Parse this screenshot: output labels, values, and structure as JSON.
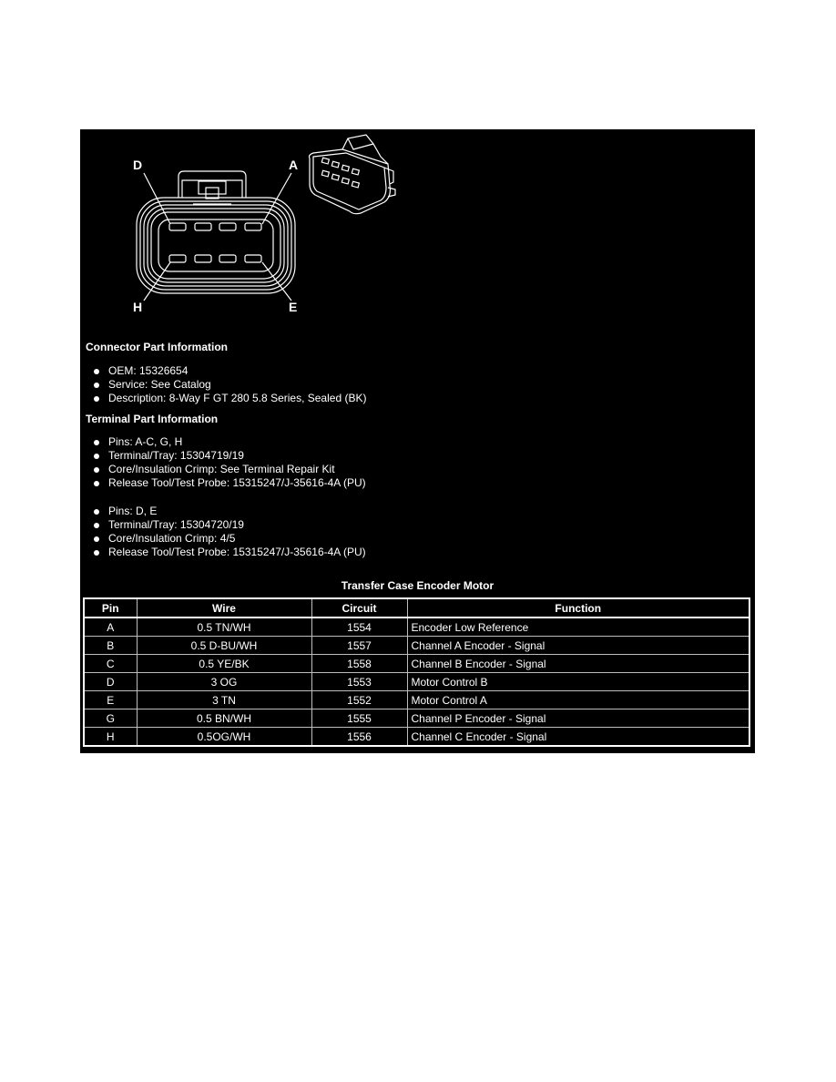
{
  "diagram": {
    "pin_labels": {
      "top_left": "D",
      "top_right": "A",
      "bottom_left": "H",
      "bottom_right": "E"
    }
  },
  "connector_info": {
    "title": "Connector Part Information",
    "items": [
      "OEM: 15326654",
      "Service: See Catalog",
      "Description: 8-Way F GT 280 5.8 Series, Sealed (BK)"
    ]
  },
  "terminal_info": {
    "title": "Terminal Part Information",
    "group1": [
      "Pins: A-C, G, H",
      "Terminal/Tray: 15304719/19",
      "Core/Insulation Crimp: See Terminal Repair Kit",
      "Release Tool/Test Probe: 15315247/J-35616-4A (PU)"
    ],
    "group2": [
      "Pins: D, E",
      "Terminal/Tray: 15304720/19",
      "Core/Insulation Crimp: 4/5",
      "Release Tool/Test Probe: 15315247/J-35616-4A (PU)"
    ]
  },
  "table": {
    "title": "Transfer Case Encoder Motor",
    "headers": [
      "Pin",
      "Wire",
      "Circuit",
      "Function"
    ],
    "rows": [
      [
        "A",
        "0.5 TN/WH",
        "1554",
        "Encoder Low Reference"
      ],
      [
        "B",
        "0.5 D-BU/WH",
        "1557",
        "Channel A Encoder - Signal"
      ],
      [
        "C",
        "0.5 YE/BK",
        "1558",
        "Channel B Encoder - Signal"
      ],
      [
        "D",
        "3 OG",
        "1553",
        "Motor Control B"
      ],
      [
        "E",
        "3 TN",
        "1552",
        "Motor Control A"
      ],
      [
        "G",
        "0.5 BN/WH",
        "1555",
        "Channel P Encoder - Signal"
      ],
      [
        "H",
        "0.5OG/WH",
        "1556",
        "Channel C Encoder - Signal"
      ]
    ]
  }
}
